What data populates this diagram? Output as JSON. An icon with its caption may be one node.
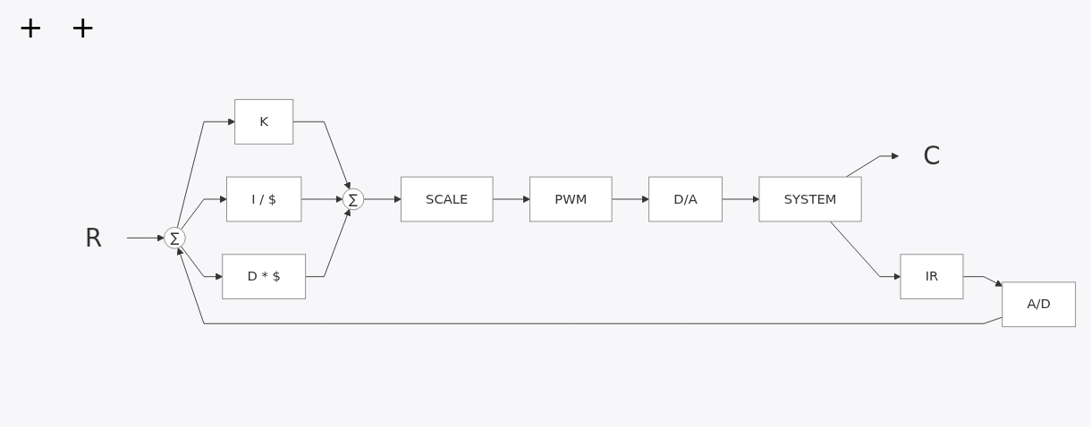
{
  "diagram": {
    "nodes": [
      {
        "text": [
          "R"
        ]
      },
      {
        "text": [
          "∑"
        ]
      },
      {
        "text": [
          "K"
        ]
      },
      {
        "text": [
          "I / $"
        ]
      },
      {
        "text": [
          "D * $"
        ]
      },
      {
        "text": [
          "∑"
        ]
      },
      {
        "text": [
          "SCALE"
        ]
      },
      {
        "text": [
          "PWM"
        ]
      },
      {
        "text": [
          "D/A"
        ]
      },
      {
        "text": [
          "SYSTEM"
        ]
      },
      {
        "text": [
          "C"
        ]
      },
      {
        "text": [
          "IR"
        ]
      },
      {
        "text": [
          "A/D"
        ]
      }
    ],
    "edges": [
      {
        "from": 0,
        "to": 1,
        "arrow": "to"
      },
      {
        "from": 1,
        "to": 2,
        "arrow": "to"
      },
      {
        "from": 1,
        "to": 3,
        "arrow": "to"
      },
      {
        "from": 1,
        "to": 4,
        "arrow": "to"
      },
      {
        "from": 2,
        "to": 5,
        "arrow": "to"
      },
      {
        "from": 3,
        "to": 5,
        "arrow": "to"
      },
      {
        "from": 4,
        "to": 5,
        "arrow": "to"
      },
      {
        "from": 5,
        "to": 6,
        "arrow": "to"
      },
      {
        "from": 6,
        "to": 7,
        "arrow": "to"
      },
      {
        "from": 7,
        "to": 8,
        "arrow": "to"
      },
      {
        "from": 8,
        "to": 9,
        "arrow": "to"
      },
      {
        "from": 9,
        "to": 10,
        "arrow": "to"
      },
      {
        "from": 9,
        "to": 11,
        "arrow": "to"
      },
      {
        "from": 11,
        "to": 12,
        "arrow": "to"
      },
      {
        "from": 12,
        "to": 1,
        "arrow": "to"
      }
    ],
    "labels": [
      "+",
      "+"
    ]
  }
}
